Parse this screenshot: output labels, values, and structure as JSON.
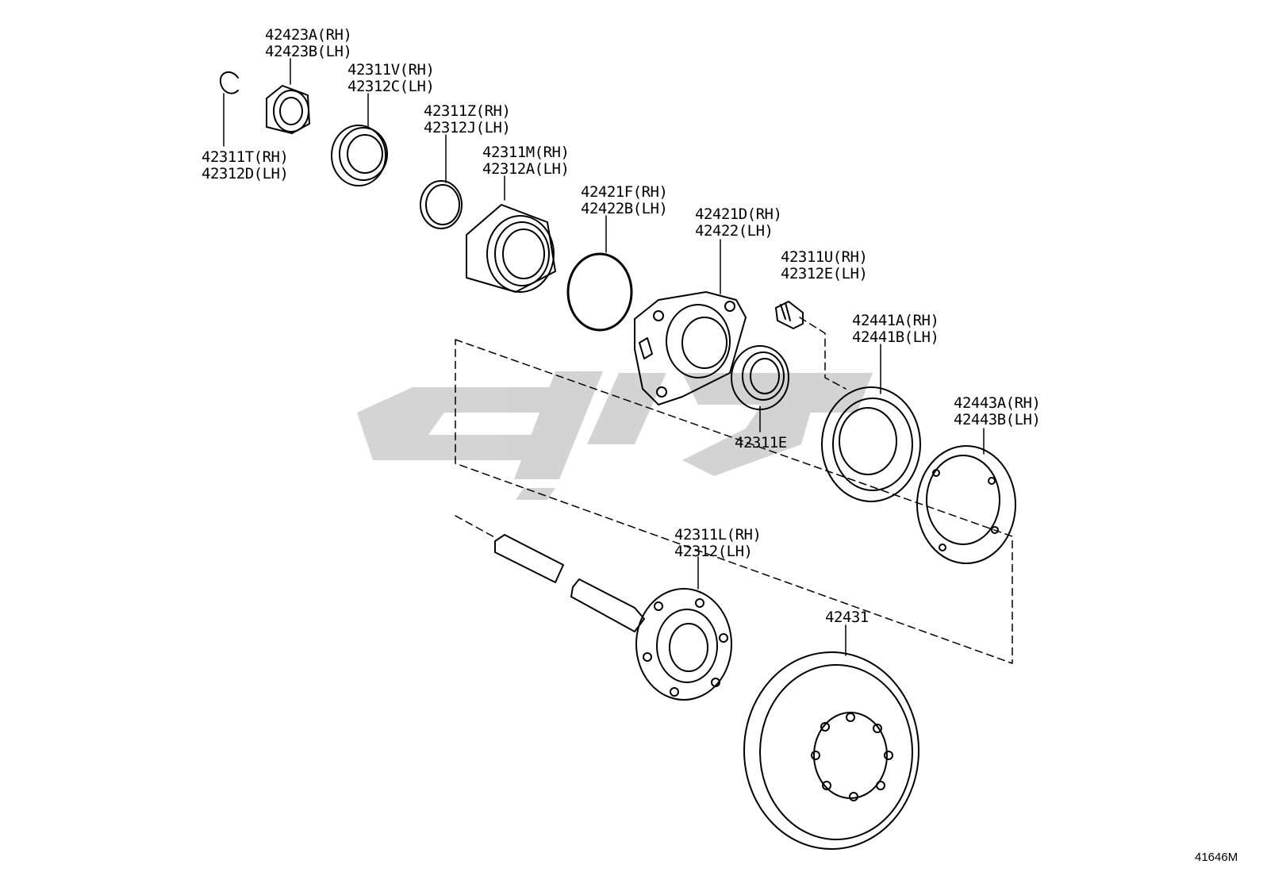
{
  "diagram_id": "41646M",
  "watermark_text": "یدک پارت",
  "watermark_color": "#cfcfcf",
  "parts": [
    {
      "id": "snap-ring",
      "line1": "42311T(RH)",
      "line2": "42312D(LH)"
    },
    {
      "id": "outer-bearing",
      "line1": "42423A(RH)",
      "line2": "42423B(LH)"
    },
    {
      "id": "outer-oil-seal",
      "line1": "42311V(RH)",
      "line2": "42312C(LH)"
    },
    {
      "id": "spacer-ring",
      "line1": "42311Z(RH)",
      "line2": "42312J(LH)"
    },
    {
      "id": "hub-bearing",
      "line1": "42311M(RH)",
      "line2": "42312A(LH)"
    },
    {
      "id": "o-ring",
      "line1": "42421F(RH)",
      "line2": "42422B(LH)"
    },
    {
      "id": "axle-hub",
      "line1": "42421D(RH)",
      "line2": "42422(LH)"
    },
    {
      "id": "hub-bolt",
      "line1": "42311U(RH)",
      "line2": "42312E(LH)"
    },
    {
      "id": "inner-oil-seal",
      "line1": "42311E",
      "line2": ""
    },
    {
      "id": "dust-cover",
      "line1": "42441A(RH)",
      "line2": "42441B(LH)"
    },
    {
      "id": "gasket-plate",
      "line1": "42443A(RH)",
      "line2": "42443B(LH)"
    },
    {
      "id": "axle-shaft",
      "line1": "42311L(RH)",
      "line2": "42312(LH)"
    },
    {
      "id": "brake-disc",
      "line1": "42431",
      "line2": ""
    }
  ]
}
